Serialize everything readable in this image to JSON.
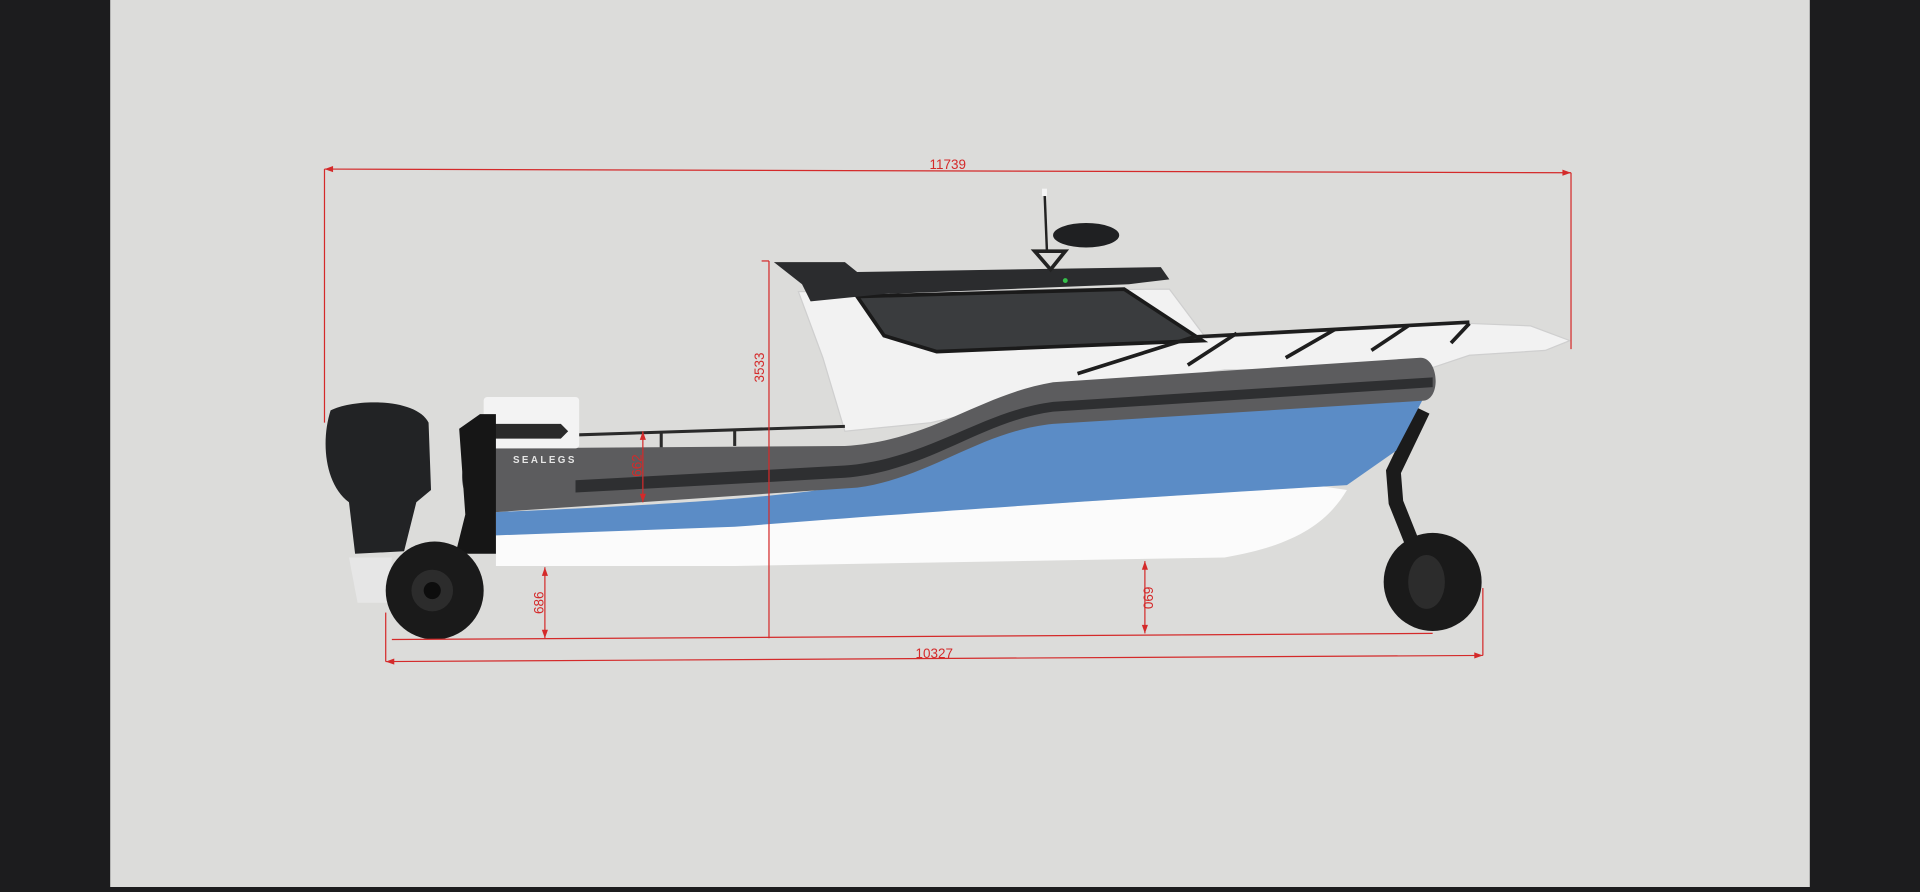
{
  "viewer": {
    "background_color": "#dcdcda",
    "letterbox_color": "#1c1c1e"
  },
  "drawing": {
    "dimension_color": "#d42a2a",
    "hull_blue": "#5b8cc6",
    "tube_gray": "#5c5c5e",
    "logo_text": "SEALEGS",
    "dimensions": {
      "overall_length": "11739",
      "wheel_span": "10327",
      "overall_height": "3533",
      "tube_height": "662",
      "rear_ground_clearance": "686",
      "front_ground_clearance": "690"
    }
  }
}
